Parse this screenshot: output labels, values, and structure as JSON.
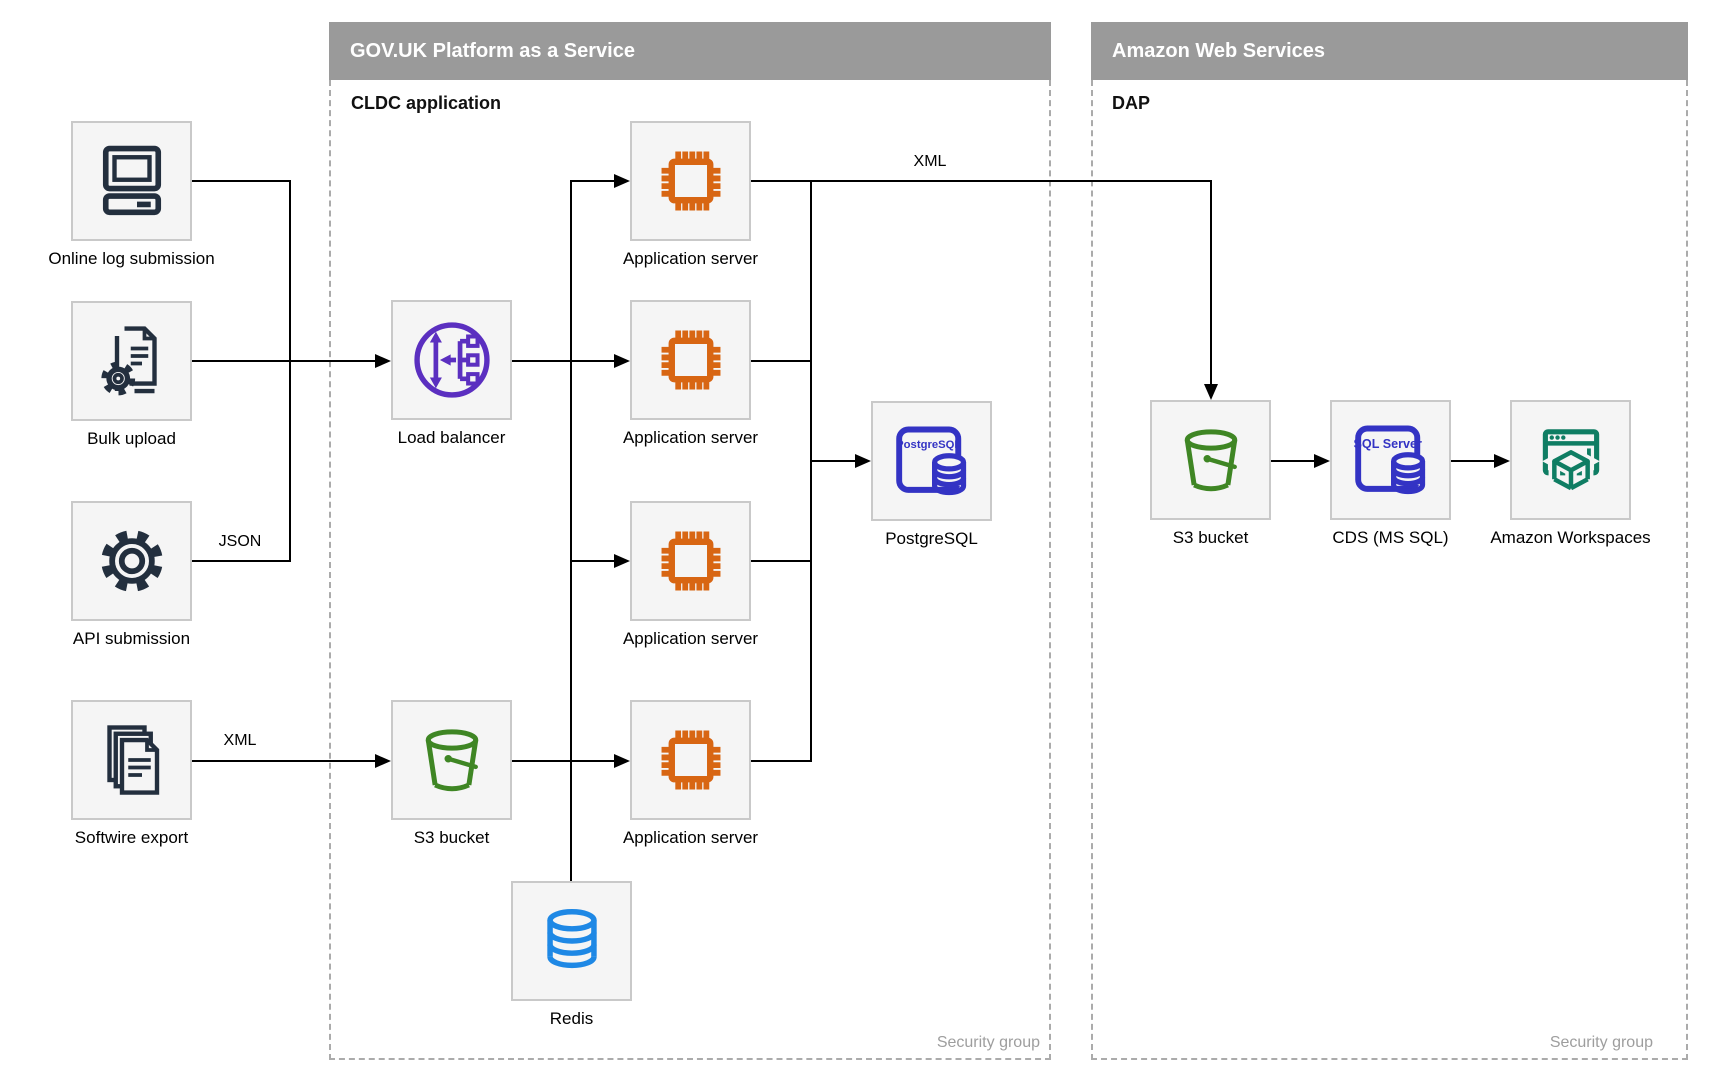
{
  "containers": {
    "paas": {
      "title": "GOV.UK Platform as a Service",
      "tag": "CLDC application",
      "footer": "Security group"
    },
    "aws": {
      "title": "Amazon Web Services",
      "tag": "DAP",
      "footer": "Security group"
    }
  },
  "nodes": [
    {
      "id": "online-log-submission",
      "label": "Online log submission",
      "icon": "computer-icon"
    },
    {
      "id": "bulk-upload",
      "label": "Bulk upload",
      "icon": "document-gear-icon"
    },
    {
      "id": "api-submission",
      "label": "API submission",
      "icon": "gear-icon"
    },
    {
      "id": "softwire-export",
      "label": "Softwire export",
      "icon": "documents-icon"
    },
    {
      "id": "load-balancer",
      "label": "Load balancer",
      "icon": "load-balancer-icon"
    },
    {
      "id": "s3-bucket-paas",
      "label": "S3 bucket",
      "icon": "s3-bucket-icon"
    },
    {
      "id": "app-server-1",
      "label": "Application server",
      "icon": "chip-icon"
    },
    {
      "id": "app-server-2",
      "label": "Application server",
      "icon": "chip-icon"
    },
    {
      "id": "app-server-3",
      "label": "Application server",
      "icon": "chip-icon"
    },
    {
      "id": "app-server-4",
      "label": "Application server",
      "icon": "chip-icon"
    },
    {
      "id": "redis",
      "label": "Redis",
      "icon": "redis-database-icon"
    },
    {
      "id": "postgresql",
      "label": "PostgreSQL",
      "icon": "postgresql-icon"
    },
    {
      "id": "s3-bucket-aws",
      "label": "S3 bucket",
      "icon": "s3-bucket-icon"
    },
    {
      "id": "cds-mssql",
      "label": "CDS (MS SQL)",
      "icon": "sql-server-icon"
    },
    {
      "id": "amazon-workspaces",
      "label": "Amazon Workspaces",
      "icon": "workspaces-icon"
    }
  ],
  "icon_texts": {
    "postgresql": "PostgreSQL",
    "sql_server": "SQL Server"
  },
  "edge_labels": {
    "api_format": "JSON",
    "softwire_format": "XML",
    "app_to_dap_format": "XML"
  },
  "colors": {
    "navy": "#232F3E",
    "orange": "#D86613",
    "purple": "#5B2FC0",
    "green": "#3F8624",
    "blue": "#1E88E5",
    "indigo": "#3333C4",
    "teal": "#0F7D63",
    "header_gray": "#9A9A9A",
    "box_fill": "#F5F5F5",
    "box_border": "#C9C9C9",
    "dashed_border": "#ABABAB",
    "line": "#000000",
    "muted_text": "#9E9E9E"
  }
}
